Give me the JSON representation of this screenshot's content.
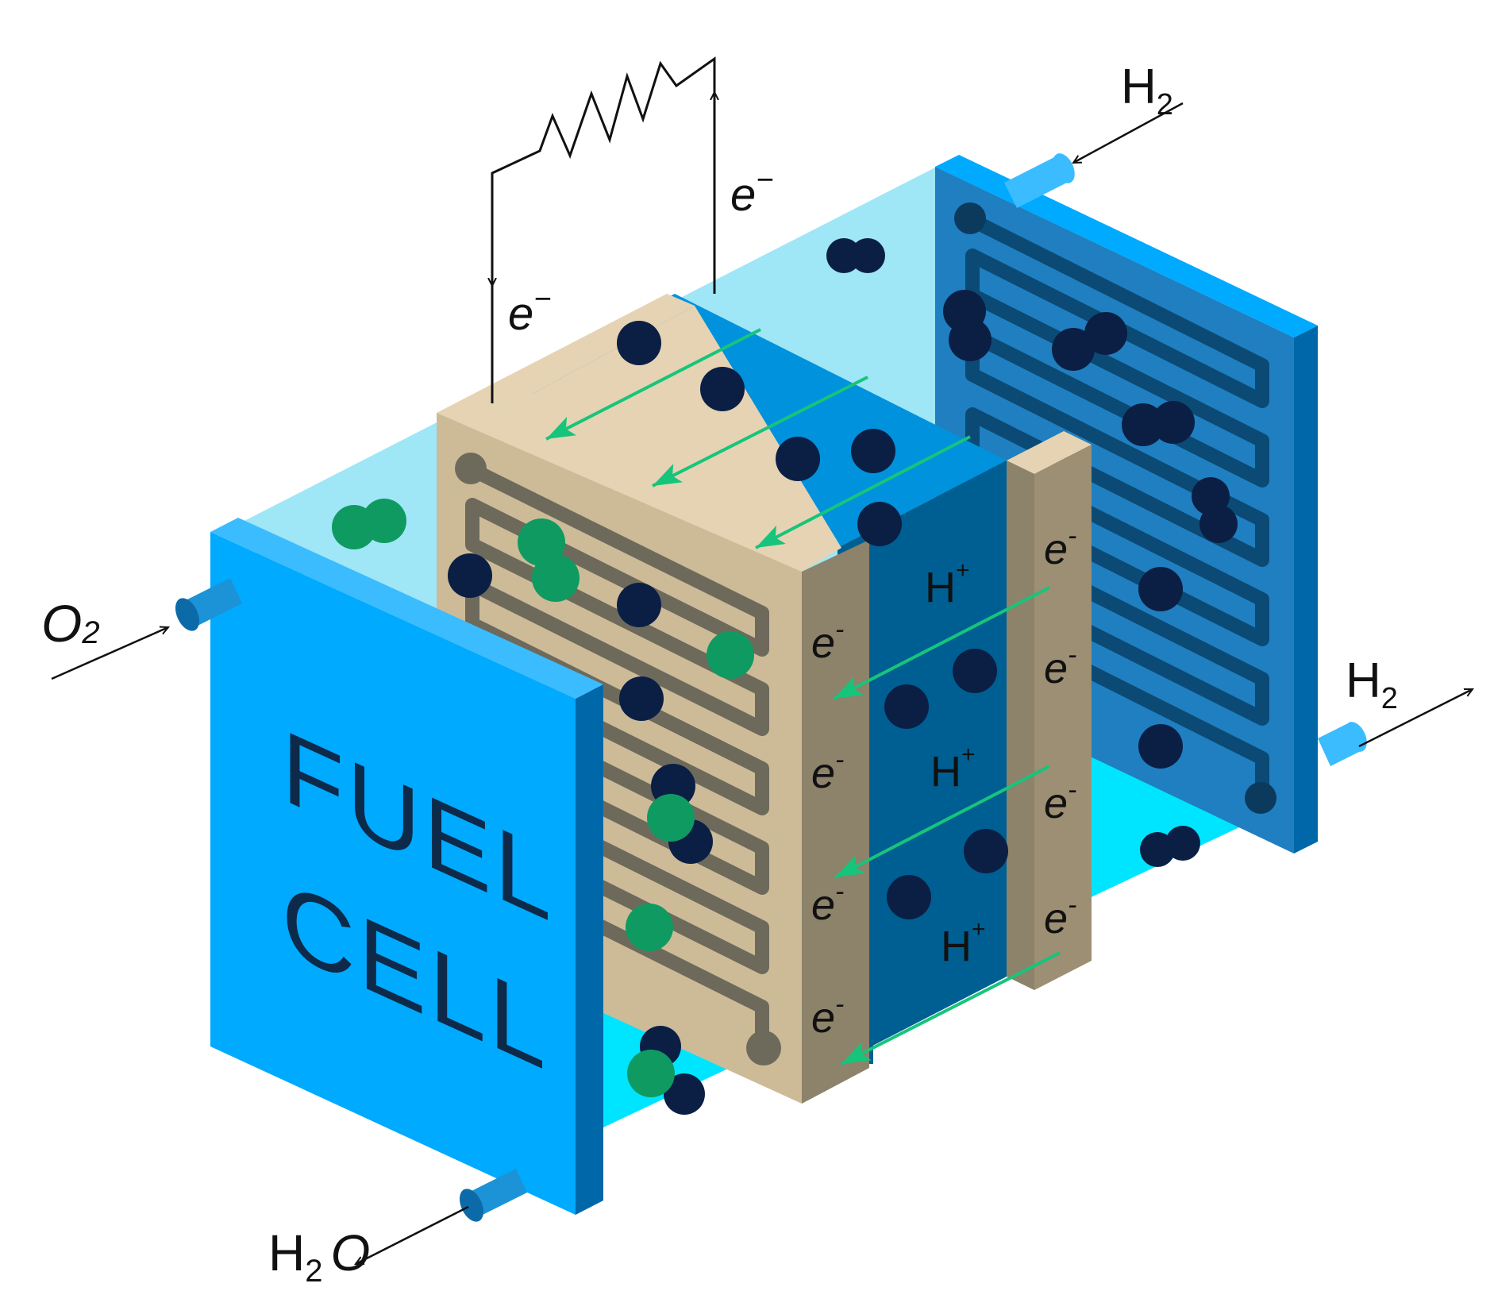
{
  "colors": {
    "plate_front": "#00aaff",
    "plate_side": "#0068a8",
    "floor": "#9fe6f7",
    "floor_bright": "#00e5ff",
    "cathode_face": "#e6d3b3",
    "cathode_side": "#cdbb98",
    "cathode_edge": "#8d826a",
    "channel": "#6d6a5c",
    "membrane_top": "#0092dc",
    "membrane_face": "#005f92",
    "anode_plate": "#1f7fc0",
    "anode_channel": "#0b4a74",
    "molecule_dark": "#0b1f45",
    "molecule_green": "#0f9a62",
    "arrow_green": "#17c47b",
    "wire": "#111111"
  },
  "labels": {
    "h2_in_main": "H",
    "h2_in_sub": "2",
    "h2_out_main": "H",
    "h2_out_sub": "2",
    "o2_main": "O",
    "o2_sub": "2",
    "h2o_main": "H",
    "h2o_sub": "2",
    "h2o_tail": "O",
    "e_top_left": "e",
    "e_top_right": "e",
    "e_sup": "−",
    "electron": "e",
    "electron_sup": "-",
    "proton": "H",
    "proton_sup": "+",
    "fuel": "FUEL",
    "cell": "CELL"
  },
  "icons": {
    "h2_molecule": "two-overlapping-dark-circles",
    "o2_molecule": "two-overlapping-green-circles",
    "proton": "single-dark-circle",
    "resistor": "zigzag-line"
  }
}
